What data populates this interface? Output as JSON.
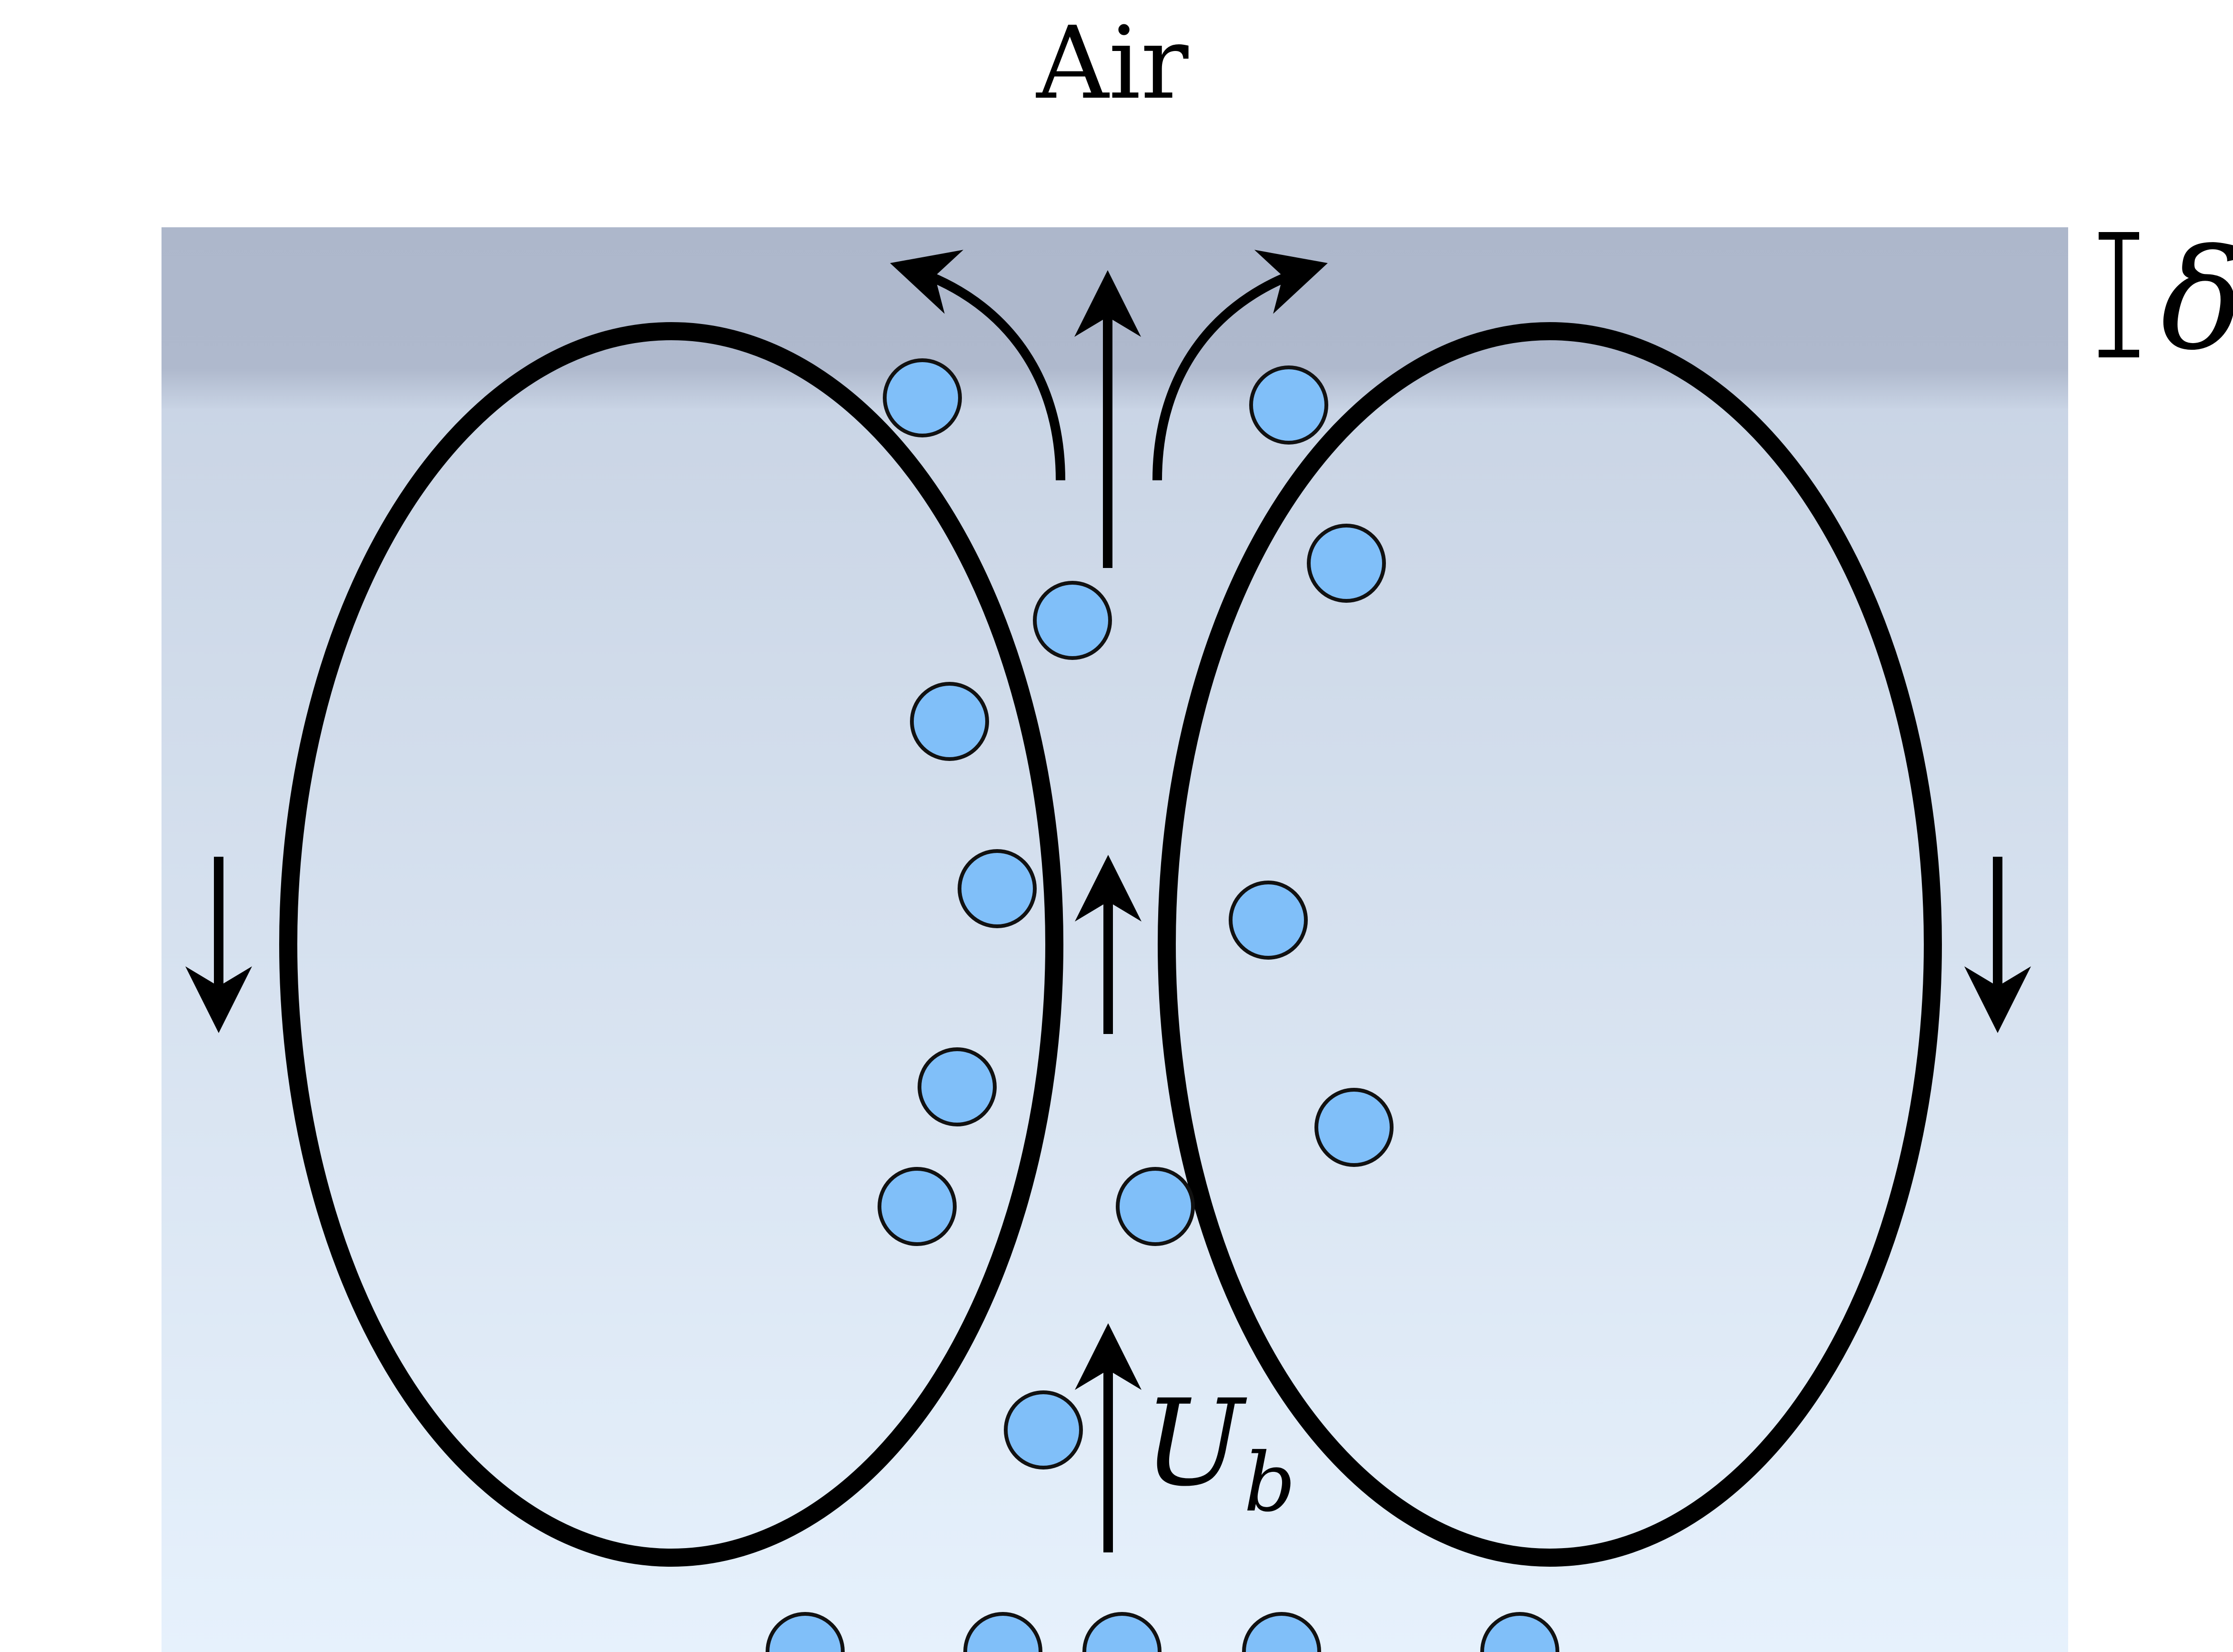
{
  "labels": {
    "top_medium": "Air",
    "film_thickness_symbol": "δ",
    "velocity_main": "U",
    "velocity_subscript": "b"
  },
  "colors": {
    "liquid_top": "#c9d4e5",
    "liquid_bottom": "#e4effb",
    "surface_layer": "#aeb8cc",
    "bubble_fill": "#80bff9",
    "bubble_stroke": "#111111",
    "lines": "#000000"
  },
  "icons": {
    "arrows": "arrow",
    "bubbles": "circle"
  }
}
